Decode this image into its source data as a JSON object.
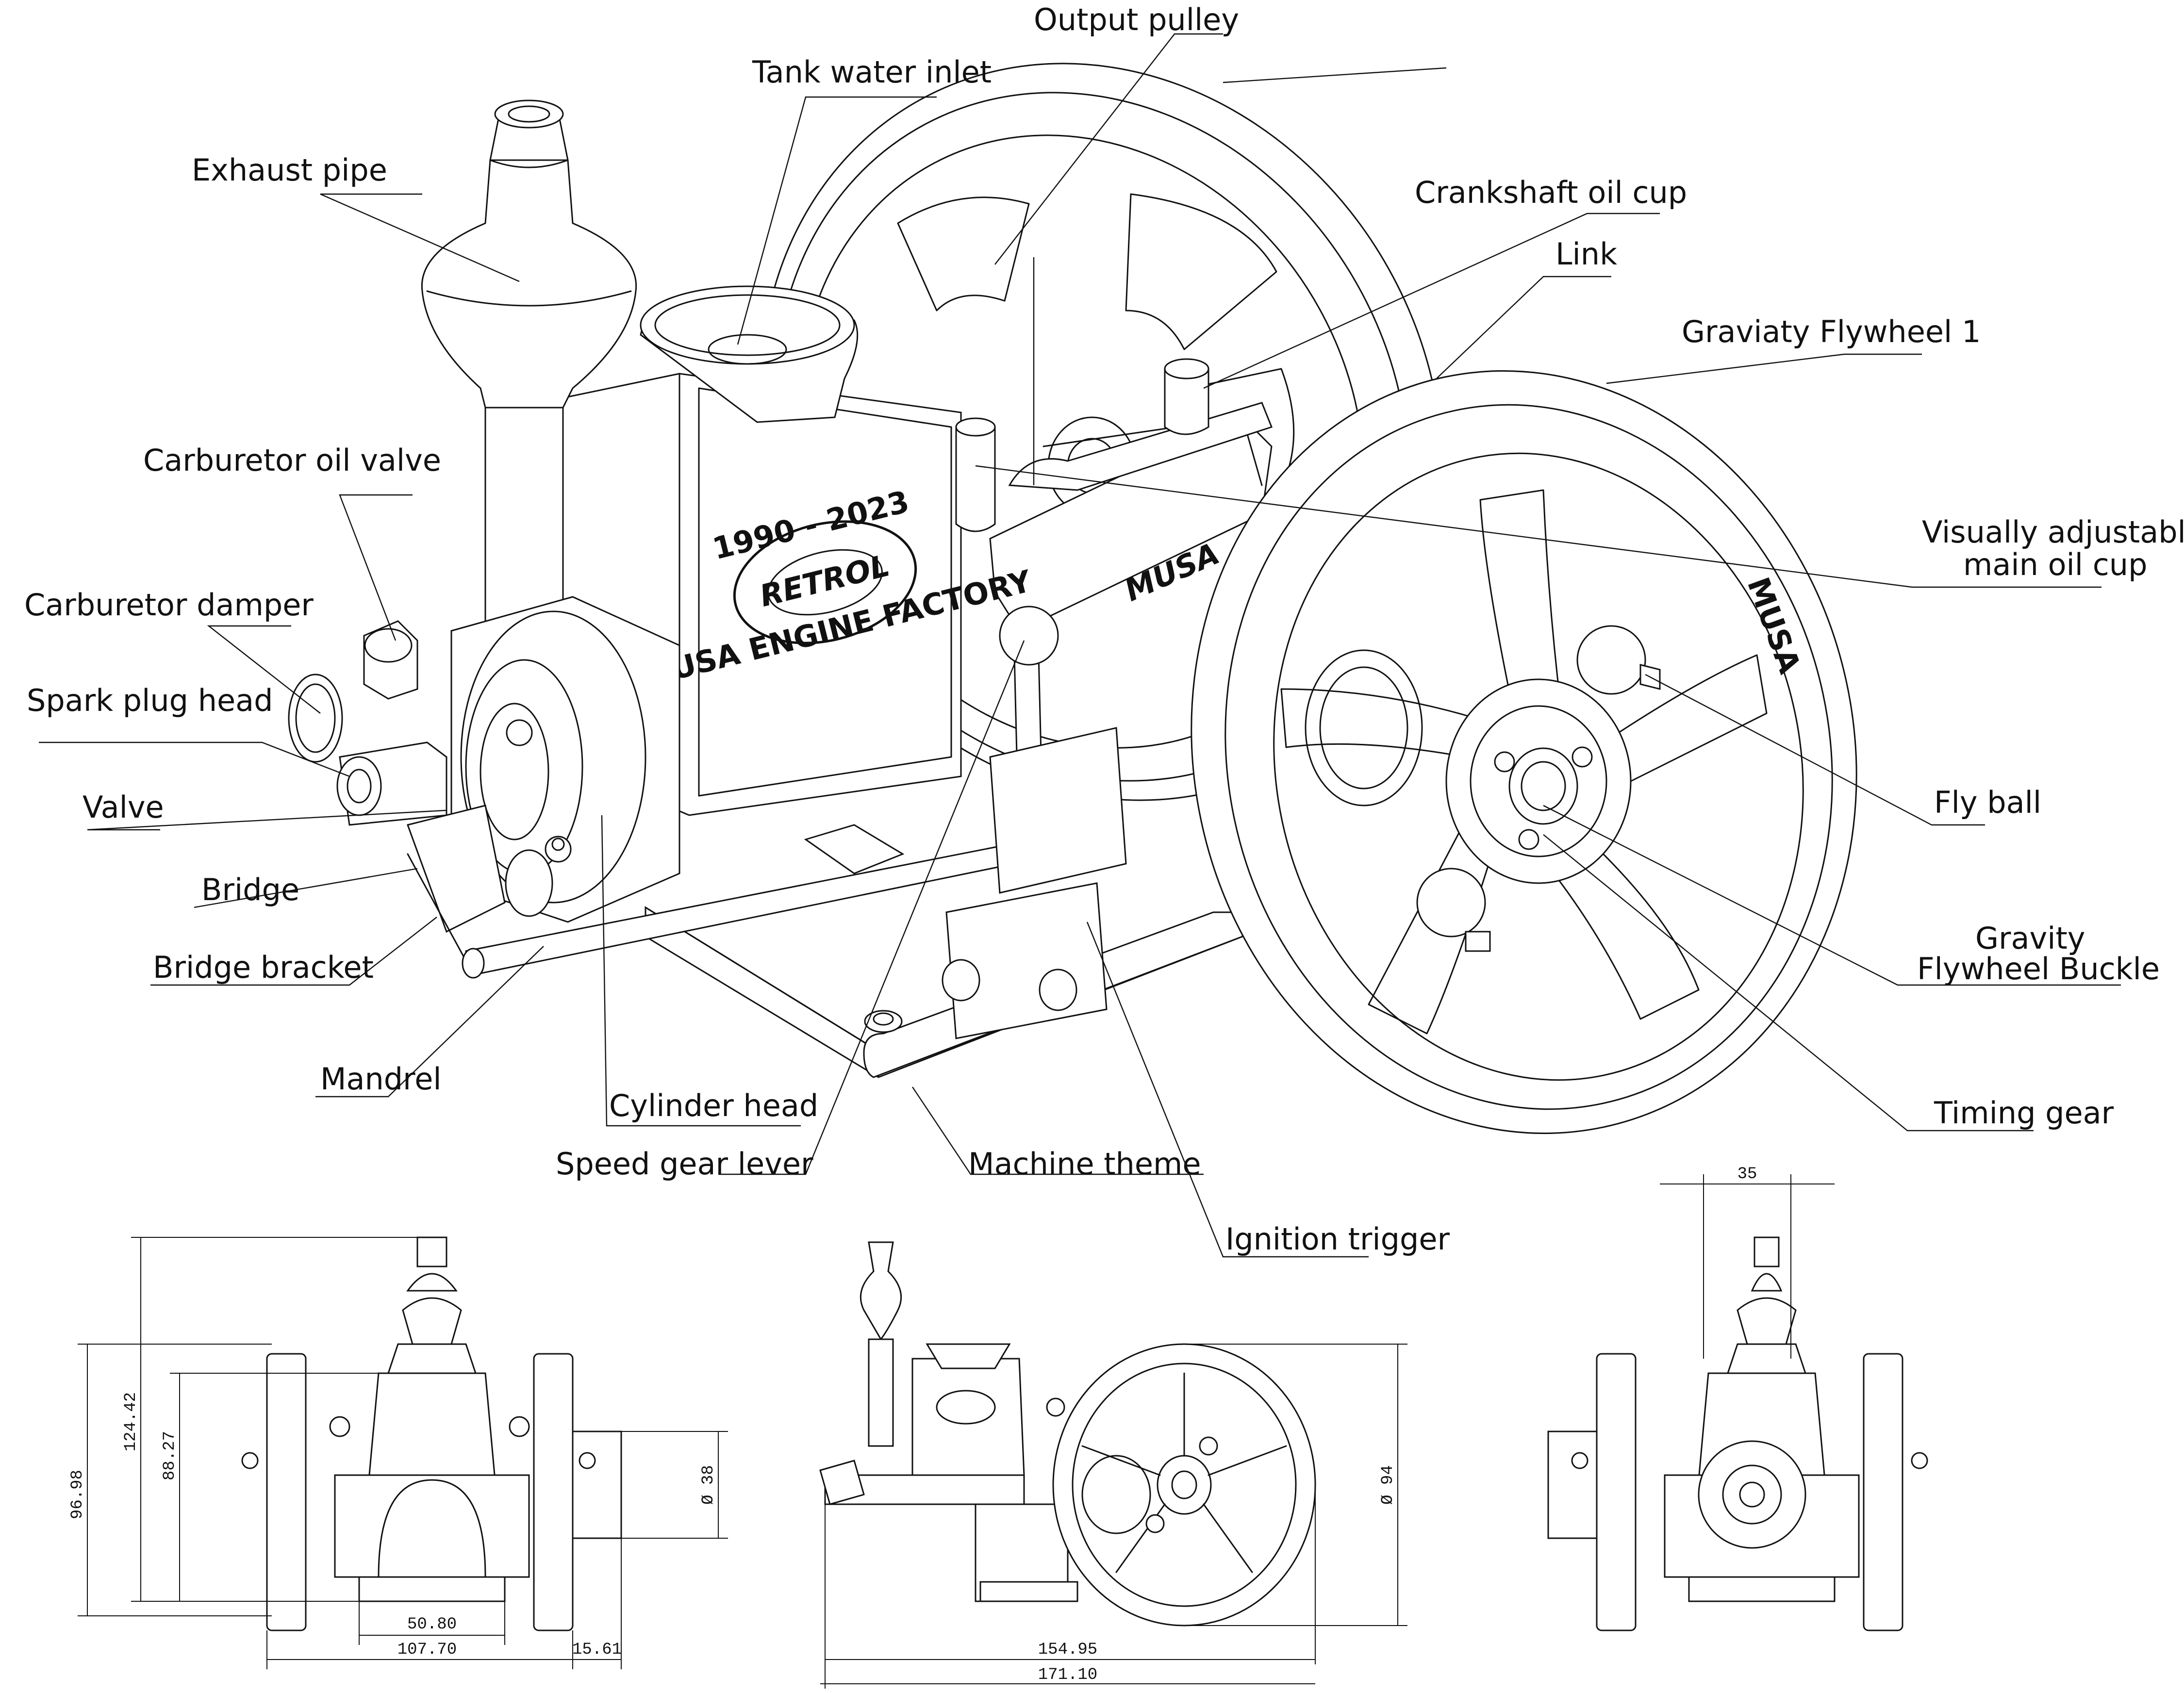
{
  "labels": {
    "output_pulley": "Output pulley",
    "tank_water_inlet": "Tank water inlet",
    "exhaust_pipe": "Exhaust pipe",
    "crankshaft_oil_cup": "Crankshaft oil cup",
    "link": "Link",
    "gravity_flywheel_1": "Graviaty Flywheel 1",
    "carburetor_oil_valve": "Carburetor oil valve",
    "visually_adjustable_line1": "Visually adjustable",
    "visually_adjustable_line2": "main oil cup",
    "carburetor_damper": "Carburetor damper",
    "spark_plug_head": "Spark plug head",
    "fly_ball": "Fly ball",
    "valve": "Valve",
    "bridge": "Bridge",
    "gravity_buckle_line1": "Gravity",
    "gravity_buckle_line2": "Flywheel Buckle",
    "bridge_bracket": "Bridge bracket",
    "mandrel": "Mandrel",
    "timing_gear": "Timing gear",
    "cylinder_head": "Cylinder head",
    "speed_gear_lever": "Speed gear lever",
    "machine_theme": "Machine theme",
    "ignition_trigger": "Ignition trigger"
  },
  "engine_marks": {
    "badge_years": "1990 - 2023",
    "badge_brand": "RETROL",
    "badge_factory": "MUSA ENGINE FACTORY",
    "frame_text": "MUSA",
    "flywheel_text": "MUSA"
  },
  "dimensions": {
    "front_overall_height": "96.98",
    "front_total_height": "124.42",
    "front_body_height": "88.27",
    "front_base_width": "50.80",
    "front_wheel_span": "107.70",
    "pulley_width": "15.61",
    "pulley_diameter": "Ø 38",
    "side_body_length": "154.95",
    "side_total_length": "171.10",
    "flywheel_diameter": "Ø 94",
    "rear_offset": "35"
  }
}
